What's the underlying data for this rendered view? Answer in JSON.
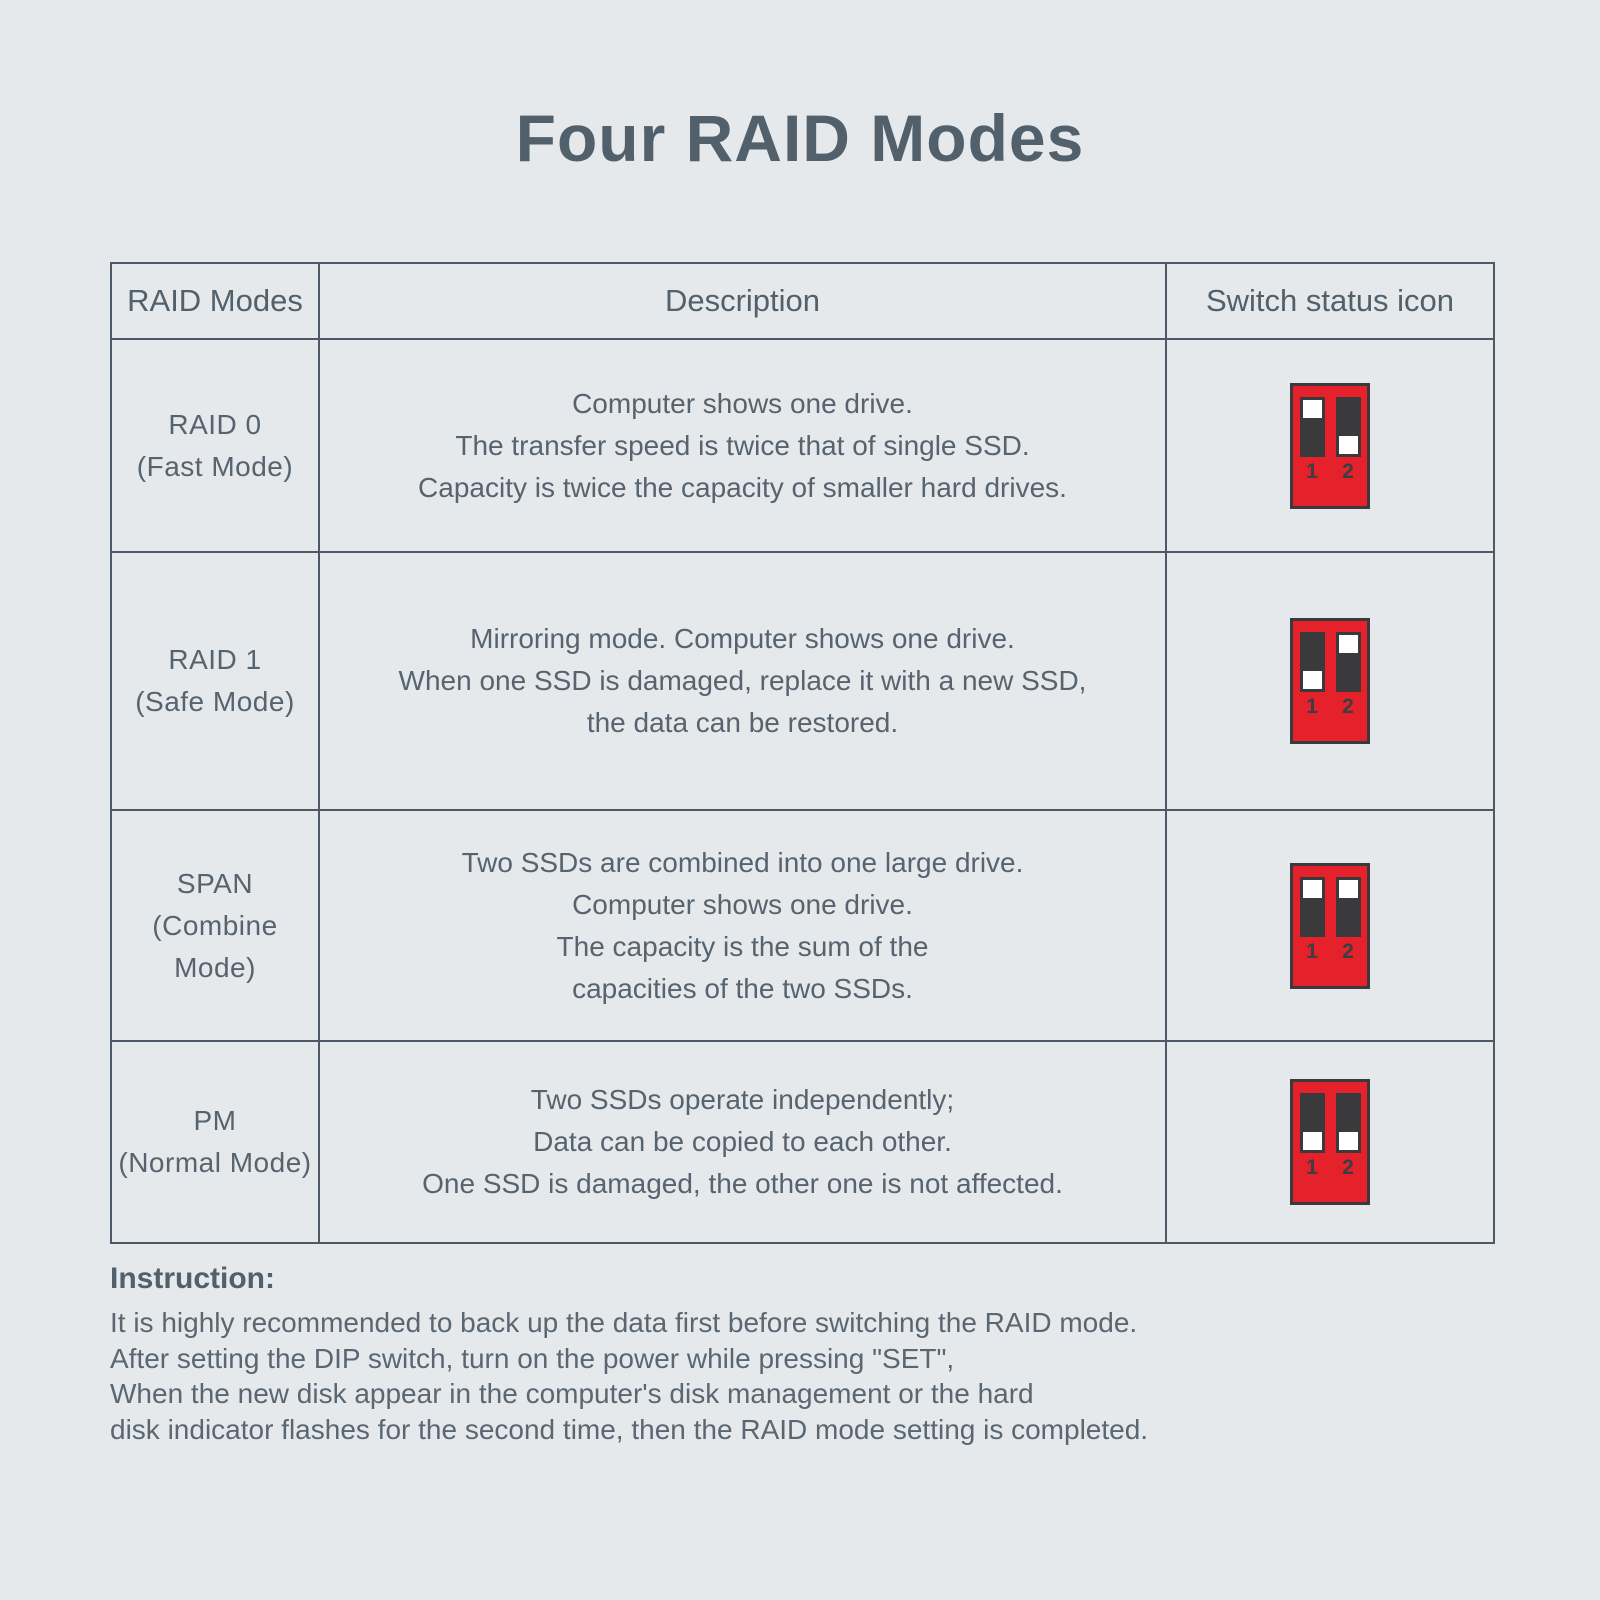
{
  "title": "Four RAID Modes",
  "colors": {
    "background": "#e5e9eb",
    "heading_text": "#52606c",
    "body_text": "#57636f",
    "table_border": "#4d5966",
    "switch_body_red": "#e5212c",
    "switch_slot_dark": "#3a3a3c",
    "switch_knob_white": "#ffffff"
  },
  "table": {
    "headers": [
      "RAID Modes",
      "Description",
      "Switch status icon"
    ],
    "rows": [
      {
        "mode": "RAID 0",
        "mode_sub": "(Fast Mode)",
        "desc": [
          "Computer shows one drive.",
          "The transfer speed is twice that of single SSD.",
          "Capacity is twice the capacity of smaller hard drives."
        ],
        "switch": {
          "positions": [
            "up",
            "down"
          ],
          "labels": [
            "1",
            "2"
          ]
        }
      },
      {
        "mode": "RAID 1",
        "mode_sub": "(Safe Mode)",
        "desc": [
          "Mirroring mode. Computer shows one drive.",
          "When one SSD is damaged, replace it with a new SSD,",
          "the data can be restored."
        ],
        "switch": {
          "positions": [
            "down",
            "up"
          ],
          "labels": [
            "1",
            "2"
          ]
        }
      },
      {
        "mode": "SPAN",
        "mode_sub": "(Combine Mode)",
        "desc": [
          "Two SSDs are combined into one large drive.",
          "Computer shows one drive.",
          "The capacity is the sum of the",
          "capacities of the two SSDs."
        ],
        "switch": {
          "positions": [
            "up",
            "up"
          ],
          "labels": [
            "1",
            "2"
          ]
        }
      },
      {
        "mode": "PM",
        "mode_sub": "(Normal Mode)",
        "desc": [
          "Two SSDs operate independently;",
          "Data can be copied to each other.",
          "One SSD is damaged, the other one is not affected."
        ],
        "switch": {
          "positions": [
            "down",
            "down"
          ],
          "labels": [
            "1",
            "2"
          ]
        }
      }
    ]
  },
  "instruction": {
    "heading": "Instruction:",
    "lines": [
      "It is highly recommended to back up the data first before switching the RAID mode.",
      "After setting the DIP switch, turn on the power while pressing \"SET\",",
      "When the new disk appear in the computer's disk management or the hard",
      "disk indicator flashes for the second time, then the RAID mode setting is completed."
    ]
  }
}
